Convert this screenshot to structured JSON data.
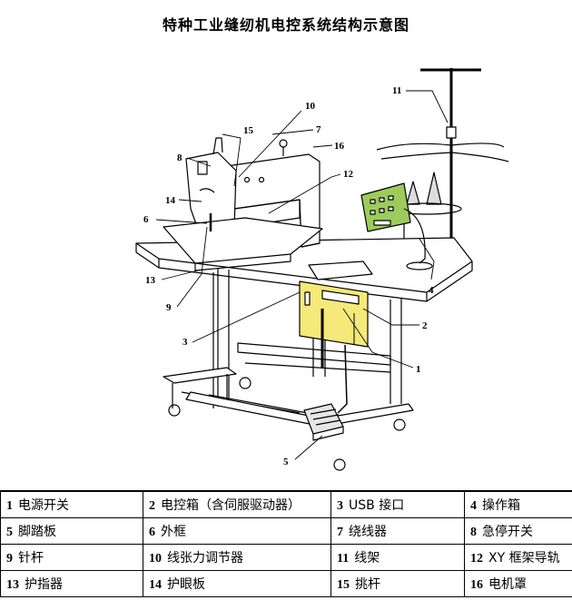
{
  "title": "特种工业缝纫机电控系统结构示意图",
  "callouts": [
    "1",
    "2",
    "3",
    "4",
    "5",
    "6",
    "7",
    "8",
    "9",
    "10",
    "11",
    "12",
    "13",
    "14",
    "15",
    "16"
  ],
  "legend": [
    [
      {
        "num": "1",
        "text": "电源开关"
      },
      {
        "num": "2",
        "text": "电控箱（含伺服驱动器）"
      },
      {
        "num": "3",
        "text": "USB 接口"
      },
      {
        "num": "4",
        "text": "操作箱"
      }
    ],
    [
      {
        "num": "5",
        "text": "脚踏板"
      },
      {
        "num": "6",
        "text": "外框"
      },
      {
        "num": "7",
        "text": "绕线器"
      },
      {
        "num": "8",
        "text": "急停开关"
      }
    ],
    [
      {
        "num": "9",
        "text": "针杆"
      },
      {
        "num": "10",
        "text": "线张力调节器"
      },
      {
        "num": "11",
        "text": "线架"
      },
      {
        "num": "12",
        "text": "XY 框架导轨"
      }
    ],
    [
      {
        "num": "13",
        "text": "护指器"
      },
      {
        "num": "14",
        "text": "护眼板"
      },
      {
        "num": "15",
        "text": "挑杆"
      },
      {
        "num": "16",
        "text": "电机罩"
      }
    ]
  ],
  "colors": {
    "control_box": "#f5e97a",
    "operation_panel": "#9ccc5c",
    "line": "#000000"
  }
}
